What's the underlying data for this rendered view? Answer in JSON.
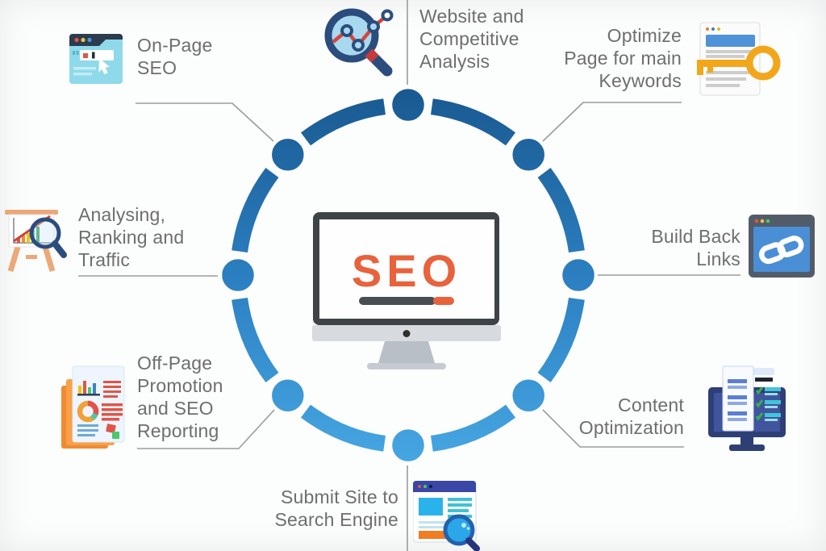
{
  "center": {
    "label": "SEO"
  },
  "nodes": [
    {
      "id": "website-competitive-analysis",
      "label": "Website and\nCompetitive\nAnalysis",
      "icon": "magnifier-chart-icon"
    },
    {
      "id": "optimize-page-keywords",
      "label": "Optimize\nPage for main\nKeywords",
      "icon": "document-key-icon"
    },
    {
      "id": "build-back-links",
      "label": "Build Back\nLinks",
      "icon": "browser-link-icon"
    },
    {
      "id": "content-optimization",
      "label": "Content\nOptimization",
      "icon": "monitor-checklist-icon"
    },
    {
      "id": "submit-site-search-engine",
      "label": "Submit Site to\nSearch Engine",
      "icon": "browser-search-icon"
    },
    {
      "id": "off-page-promotion",
      "label": "Off-Page\nPromotion\nand SEO\nReporting",
      "icon": "report-papers-icon"
    },
    {
      "id": "analysing-ranking-traffic",
      "label": "Analysing,\nRanking and\nTraffic",
      "icon": "easel-chart-icon"
    },
    {
      "id": "on-page-seo",
      "label": "On-Page\nSEO",
      "icon": "browser-window-icon"
    }
  ],
  "colors": {
    "ring_gradient_top": "#1a5a92",
    "ring_gradient_bottom": "#45a5e1",
    "seo_orange": "#e8623c",
    "label_gray": "#6e6e6e",
    "connector_gray": "#9b9b9b"
  }
}
